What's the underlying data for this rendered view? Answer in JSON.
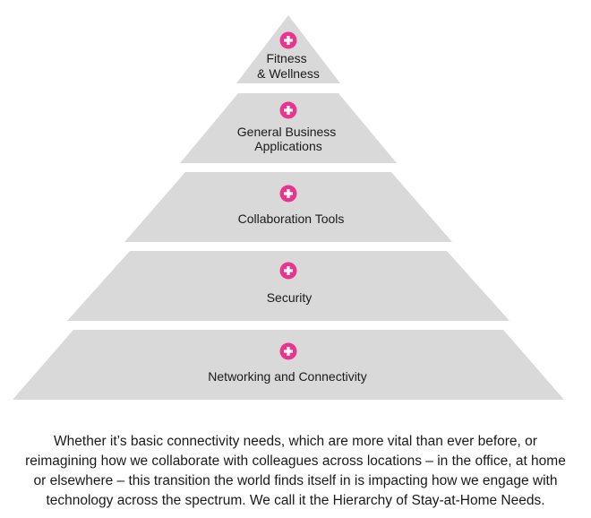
{
  "pyramid": {
    "tiers": [
      {
        "lines": [
          "Fitness",
          "& Wellness"
        ],
        "icon": "plus-icon"
      },
      {
        "lines": [
          "General Business",
          "Applications"
        ],
        "icon": "plus-icon"
      },
      {
        "lines": [
          "Collaboration Tools"
        ],
        "icon": "plus-icon"
      },
      {
        "lines": [
          "Security"
        ],
        "icon": "plus-icon"
      },
      {
        "lines": [
          "Networking and Connectivity"
        ],
        "icon": "plus-icon"
      }
    ],
    "colors": {
      "tier_fill": "#d9d9d9",
      "icon_fill": "#e8368f",
      "text": "#1a1a1a"
    }
  },
  "caption": "Whether it’s basic connectivity needs, which are more vital than ever before, or reimagining how we collaborate with colleagues across locations – in the office, at home or elsewhere – this transition the world finds itself in is impacting how we engage with technology across the spectrum. We call it the Hierarchy of Stay-at-Home Needs."
}
